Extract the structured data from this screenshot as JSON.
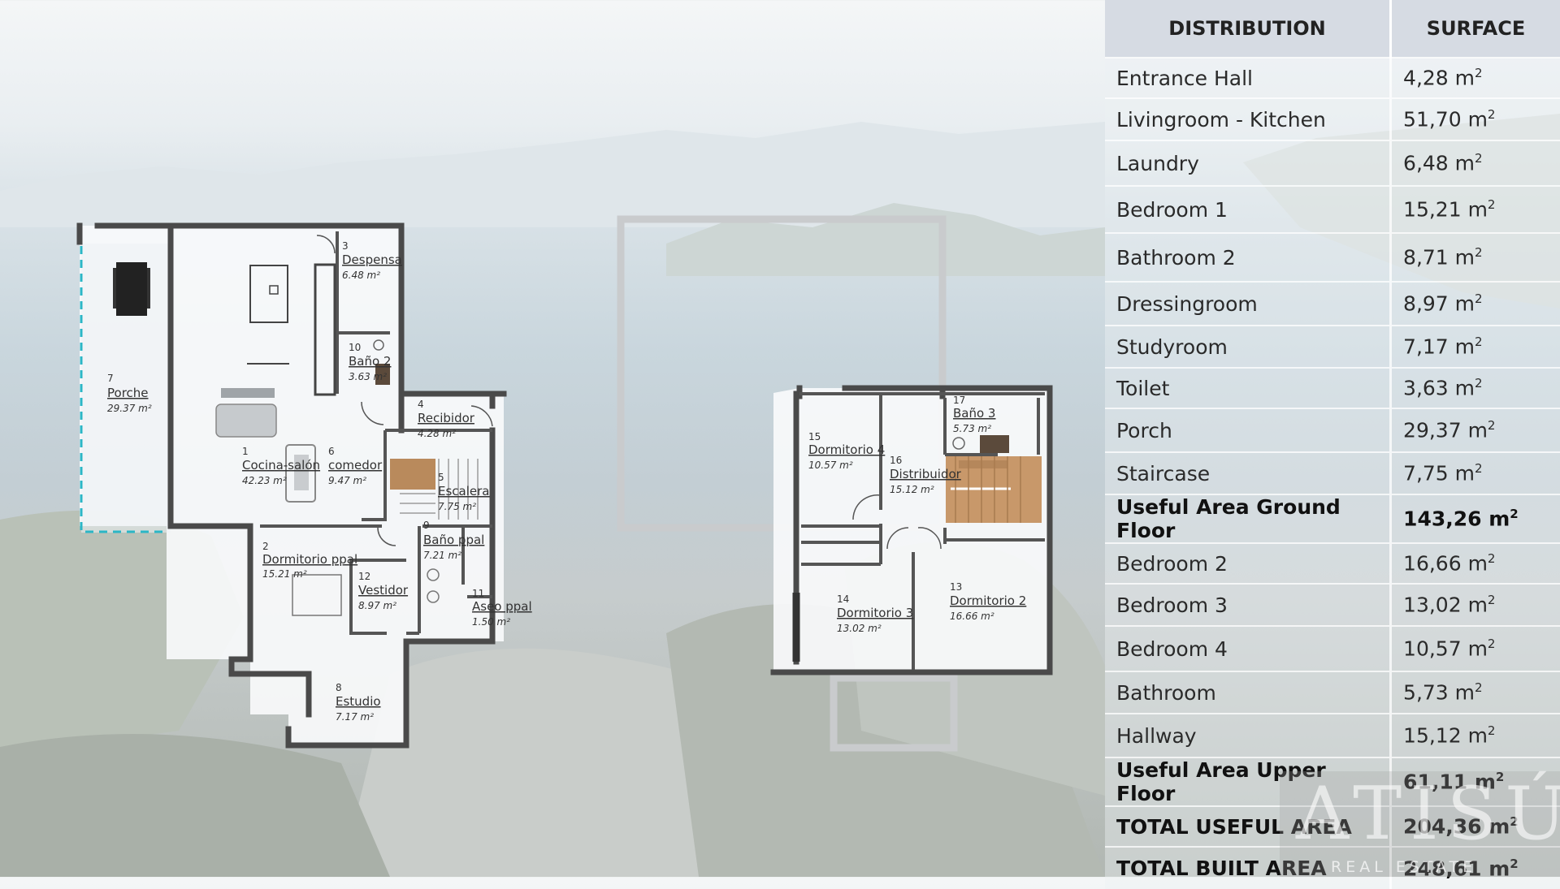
{
  "table": {
    "header": {
      "distribution": "DISTRIBUTION",
      "surface": "SURFACE"
    },
    "unit_suffix": "2",
    "rows": [
      {
        "label": "Entrance Hall",
        "value": "4,28 m",
        "bold": false
      },
      {
        "label": "Livingroom - Kitchen",
        "value": "51,70 m",
        "bold": false
      },
      {
        "label": "Laundry",
        "value": "6,48 m",
        "bold": false
      },
      {
        "label": "Bedroom 1",
        "value": "15,21 m",
        "bold": false
      },
      {
        "label": "Bathroom 2",
        "value": "8,71 m",
        "bold": false
      },
      {
        "label": "Dressingroom",
        "value": "8,97 m",
        "bold": false
      },
      {
        "label": "Studyroom",
        "value": "7,17 m",
        "bold": false
      },
      {
        "label": "Toilet",
        "value": "3,63 m",
        "bold": false
      },
      {
        "label": "Porch",
        "value": "29,37 m",
        "bold": false
      },
      {
        "label": "Staircase",
        "value": "7,75 m",
        "bold": false
      },
      {
        "label": "Useful Area Ground Floor",
        "value": "143,26 m",
        "bold": true
      },
      {
        "label": "Bedroom 2",
        "value": "16,66 m",
        "bold": false
      },
      {
        "label": "Bedroom 3",
        "value": "13,02 m",
        "bold": false
      },
      {
        "label": "Bedroom 4",
        "value": "10,57 m",
        "bold": false
      },
      {
        "label": "Bathroom",
        "value": "5,73 m",
        "bold": false
      },
      {
        "label": "Hallway",
        "value": "15,12 m",
        "bold": false
      },
      {
        "label": "Useful Area Upper Floor",
        "value": "61,11 m",
        "bold": true
      },
      {
        "label": "TOTAL USEFUL AREA",
        "value": "204,36 m",
        "bold": true
      },
      {
        "label": "TOTAL BUILT AREA",
        "value": "248,61 m",
        "bold": true
      }
    ]
  },
  "ground_floor": {
    "rooms": [
      {
        "id": "porche",
        "num": "7",
        "name": "Porche",
        "area": "29.37 m²"
      },
      {
        "id": "cocina-salon",
        "num": "1",
        "name": "Cocina-salón",
        "area": "42.23 m²"
      },
      {
        "id": "comedor",
        "num": "6",
        "name": "comedor",
        "area": "9.47 m²"
      },
      {
        "id": "despensa",
        "num": "3",
        "name": "Despensa",
        "area": "6.48 m²"
      },
      {
        "id": "bano-2",
        "num": "10",
        "name": "Baño 2",
        "area": "3.63 m²"
      },
      {
        "id": "recibidor",
        "num": "4",
        "name": "Recibidor",
        "area": "4.28 m²"
      },
      {
        "id": "escalera",
        "num": "5",
        "name": "Escalera",
        "area": "7.75 m²"
      },
      {
        "id": "bano-ppal",
        "num": "9",
        "name": "Baño ppal",
        "area": "7.21 m²"
      },
      {
        "id": "dormitorio-ppal",
        "num": "2",
        "name": "Dormitorio ppal",
        "area": "15.21 m²"
      },
      {
        "id": "vestidor",
        "num": "12",
        "name": "Vestidor",
        "area": "8.97 m²"
      },
      {
        "id": "aseo-ppal",
        "num": "11",
        "name": "Aseo ppal",
        "area": "1.50 m²"
      },
      {
        "id": "estudio",
        "num": "8",
        "name": "Estudio",
        "area": "7.17 m²"
      }
    ]
  },
  "upper_floor": {
    "rooms": [
      {
        "id": "bano-3",
        "num": "17",
        "name": "Baño 3",
        "area": "5.73 m²"
      },
      {
        "id": "dormitorio-4",
        "num": "15",
        "name": "Dormitorio 4",
        "area": "10.57 m²"
      },
      {
        "id": "distribuidor",
        "num": "16",
        "name": "Distribuidor",
        "area": "15.12 m²"
      },
      {
        "id": "dormitorio-3",
        "num": "14",
        "name": "Dormitorio 3",
        "area": "13.02 m²"
      },
      {
        "id": "dormitorio-2",
        "num": "13",
        "name": "Dormitorio 2",
        "area": "16.66 m²"
      }
    ]
  },
  "logo": {
    "word": "ATISÚ",
    "tagline": "REAL ESTATE"
  }
}
